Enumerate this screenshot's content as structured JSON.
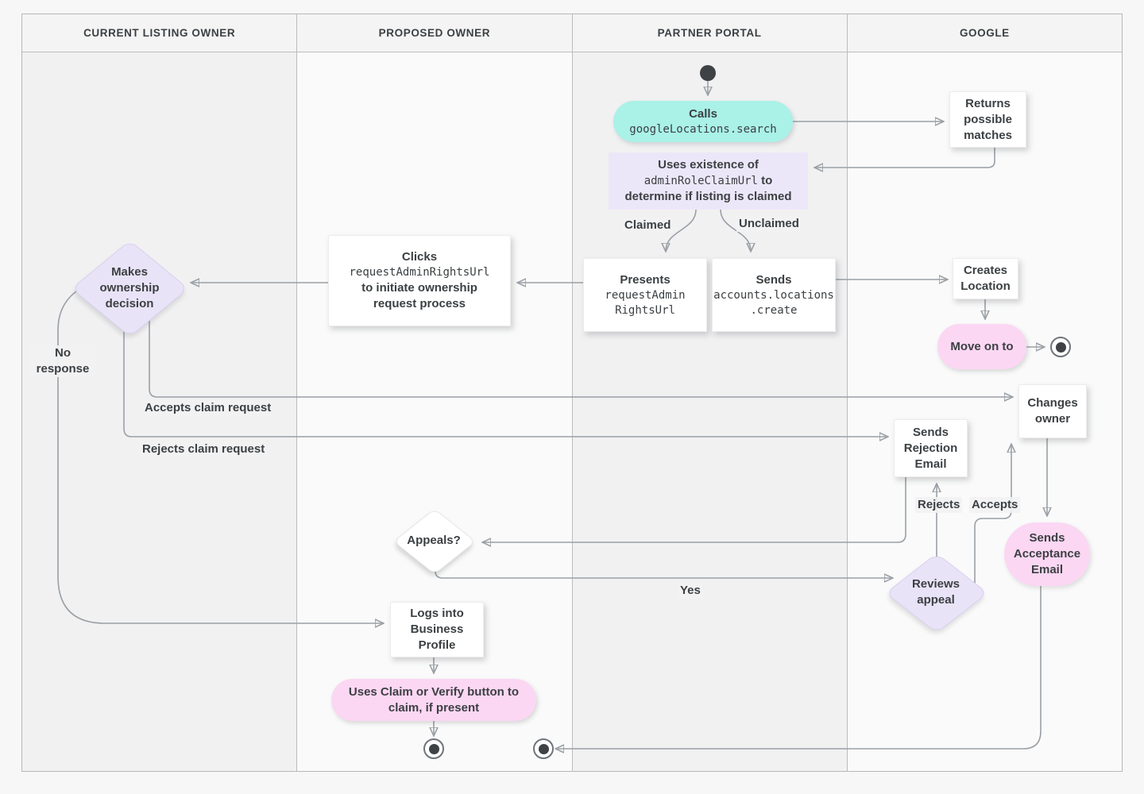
{
  "lanes": [
    "CURRENT LISTING OWNER",
    "PROPOSED OWNER",
    "PARTNER PORTAL",
    "GOOGLE"
  ],
  "nodes": {
    "calls": {
      "title": "Calls",
      "code": "googleLocations.search"
    },
    "returns_matches": {
      "text": "Returns possible matches"
    },
    "uses_existence": {
      "line1": "Uses existence of",
      "code": "adminRoleClaimUrl",
      "line2_suffix": " to",
      "line3": "determine if listing is claimed"
    },
    "presents": {
      "title": "Presents",
      "code1": "requestAdmin",
      "code2": "RightsUrl"
    },
    "sends_create": {
      "title": "Sends",
      "code1": "accounts.locations",
      "code2": ".create"
    },
    "creates_location": {
      "text": "Creates Location"
    },
    "move_on": {
      "text": "Move on to"
    },
    "clicks": {
      "title": "Clicks",
      "code": "requestAdminRightsUrl",
      "rest": "to initiate ownership request process"
    },
    "makes_decision": {
      "text": "Makes ownership decision"
    },
    "sends_rejection": {
      "text": "Sends Rejection Email"
    },
    "changes_owner": {
      "text": "Changes owner"
    },
    "appeals": {
      "text": "Appeals?"
    },
    "reviews_appeal": {
      "text": "Reviews appeal"
    },
    "sends_acceptance": {
      "text": "Sends Acceptance Email"
    },
    "logs_in": {
      "text": "Logs into Business Profile"
    },
    "uses_claim": {
      "text": "Uses Claim or Verify button to claim, if present"
    }
  },
  "edge_labels": {
    "claimed": "Claimed",
    "unclaimed": "Unclaimed",
    "no_response": "No response",
    "accepts_claim": "Accepts claim request",
    "rejects_claim": "Rejects claim request",
    "rejects": "Rejects",
    "accepts": "Accepts",
    "yes": "Yes"
  },
  "colors": {
    "cyan": "#aaf1e8",
    "lavender": "#e9e3f7",
    "pink": "#fbd7f3",
    "node_white": "#ffffff",
    "line": "#9aa0a6",
    "arrowhead": "#70757a",
    "text": "#3c4043",
    "lane_gray": "#f1f1f2",
    "lane_light": "#fafafa",
    "header_bg": "#f4f4f4",
    "border": "#bcbcbe"
  }
}
